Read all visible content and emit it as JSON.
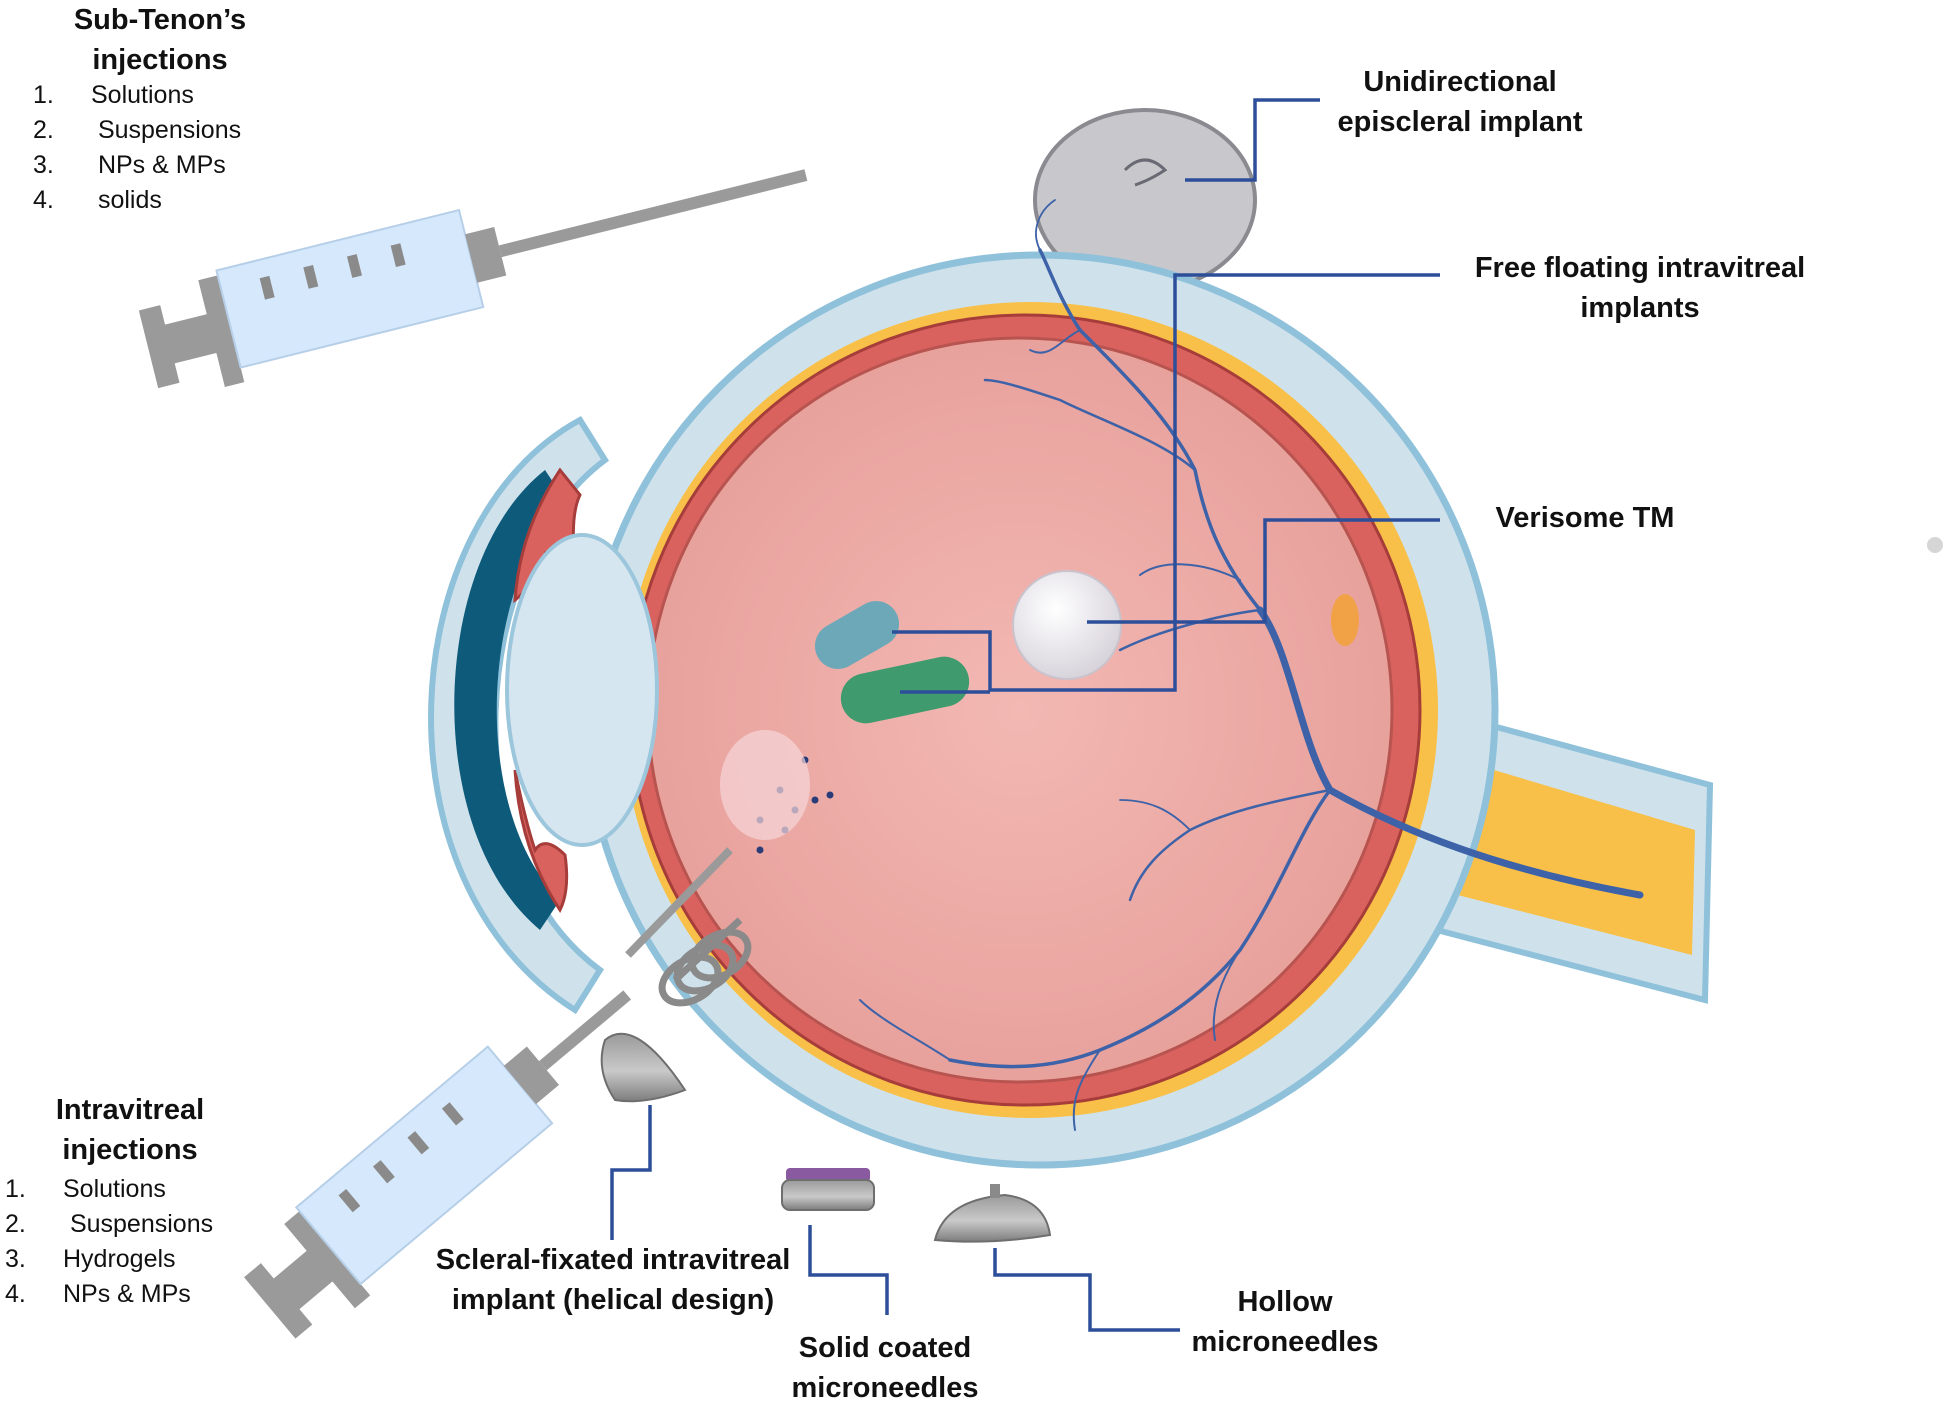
{
  "sub_tenon": {
    "title_line1": "Sub-Tenon’s",
    "title_line2": "injections",
    "items": [
      "Solutions",
      "Suspensions",
      "NPs & MPs",
      "solids"
    ]
  },
  "intravitreal": {
    "title_line1": "Intravitreal",
    "title_line2": "injections",
    "items": [
      "Solutions",
      "Suspensions",
      "Hydrogels",
      "NPs & MPs"
    ]
  },
  "labels": {
    "episcleral_line1": "Unidirectional",
    "episcleral_line2": "episcleral implant",
    "free_floating_line1": "Free floating intravitreal",
    "free_floating_line2": "implants",
    "verisome": "Verisome TM",
    "scleral_line1": "Scleral-fixated intravitreal",
    "scleral_line2": "implant (helical design)",
    "solid_line1": "Solid coated",
    "solid_line2": "microneedles",
    "hollow_line1": "Hollow",
    "hollow_line2": "microneedles"
  },
  "colors": {
    "sclera": "#cfe2ec",
    "sclera_edge": "#8fc1da",
    "choroid": "#d9625f",
    "retina_yellow": "#f8c048",
    "vitreous": "#eeaaa6",
    "cornea": "#0e5a7a",
    "lens": "#d6e6f0",
    "vessel": "#3d62a8",
    "leader_line": "#2d4f9a",
    "syringe_barrel": "#d6e8fb",
    "syringe_plunger": "#9a9a9a"
  }
}
